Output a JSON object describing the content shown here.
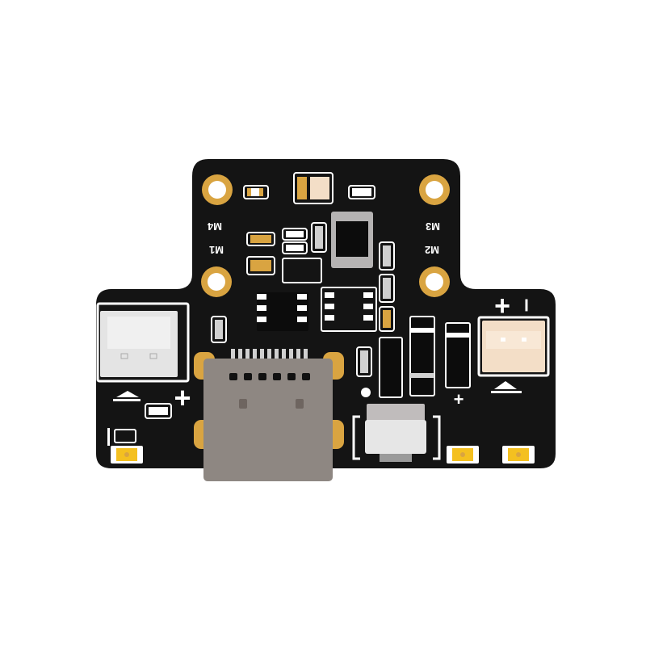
{
  "colors": {
    "background": "#ffffff",
    "pcb": "#141414",
    "silkscreen": "#ffffff",
    "gold": "#d9a441",
    "usb_shell": "#8e8782",
    "connector_white": "#e4e4e4",
    "connector_cream": "#f3dec7",
    "led_yellow": "#f4c020"
  },
  "labels": {
    "m4": "M4",
    "m3": "M3",
    "m1": "M1",
    "m2": "M2",
    "left_plus": "+",
    "right_plus": "+",
    "right_minus": "–",
    "bottom_plus": "+",
    "center_plus": "+"
  },
  "icons": {
    "mounting_pad": "mounting-hole-icon",
    "usb": "usb-c-port-icon",
    "arrow": "triangle-arrow-icon"
  }
}
